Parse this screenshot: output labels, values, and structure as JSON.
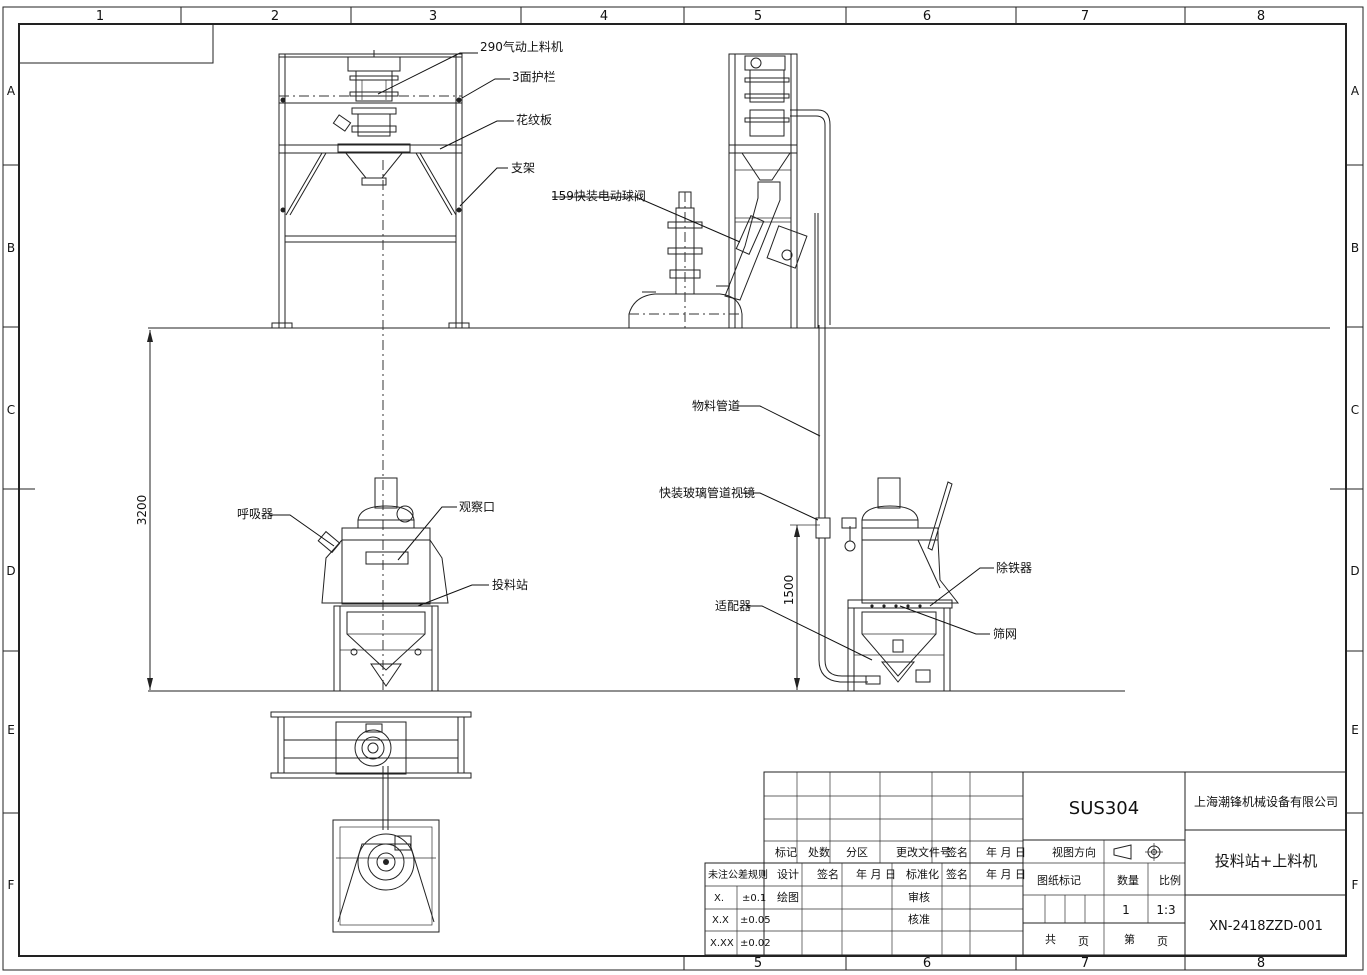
{
  "frame": {
    "col_labels": [
      "1",
      "2",
      "3",
      "4",
      "5",
      "6",
      "7",
      "8"
    ],
    "row_labels": [
      "A",
      "B",
      "C",
      "D",
      "E",
      "F"
    ],
    "bottom_col_labels": [
      "5",
      "6",
      "7",
      "8"
    ]
  },
  "callouts": {
    "feeder_290": "290气动上料机",
    "railing": "3面护栏",
    "checker_plate": "花纹板",
    "support": "支架",
    "ball_valve": "159快装电动球阀",
    "pipeline": "物料管道",
    "sight_glass": "快装玻璃管道视镜",
    "breather": "呼吸器",
    "viewport": "观察口",
    "station": "投料站",
    "adapter": "适配器",
    "iron_remover": "除铁器",
    "screen": "筛网"
  },
  "dimensions": {
    "height_main": "3200",
    "height_side": "1500"
  },
  "title_block": {
    "material": "SUS304",
    "company": "上海潮锋机械设备有限公司",
    "drawing_title": "投料站+上料机",
    "drawing_number": "XN-2418ZZD-001",
    "headers": {
      "mark": "标记",
      "count": "处数",
      "zone": "分区",
      "change_doc": "更改文件号",
      "sign": "签名",
      "date": "年 月 日",
      "design": "设计",
      "sign2": "签名",
      "date2": "年 月 日",
      "standardize": "标准化",
      "sign3": "签名",
      "date3": "年 月 日",
      "drafting": "绘图",
      "review": "审核",
      "approve": "核准",
      "view_dir": "视图方向",
      "drawing_mark": "图纸标记",
      "qty": "数量",
      "scale": "比例",
      "qty_val": "1",
      "scale_val": "1:3",
      "total": "共",
      "page": "页",
      "nth": "第",
      "page2": "页"
    },
    "tolerance": {
      "title": "未注公差规则",
      "rows": [
        {
          "fmt": "X.",
          "tol": "±0.1"
        },
        {
          "fmt": "X.X",
          "tol": "±0.05"
        },
        {
          "fmt": "X.XX",
          "tol": "±0.02"
        }
      ]
    }
  }
}
